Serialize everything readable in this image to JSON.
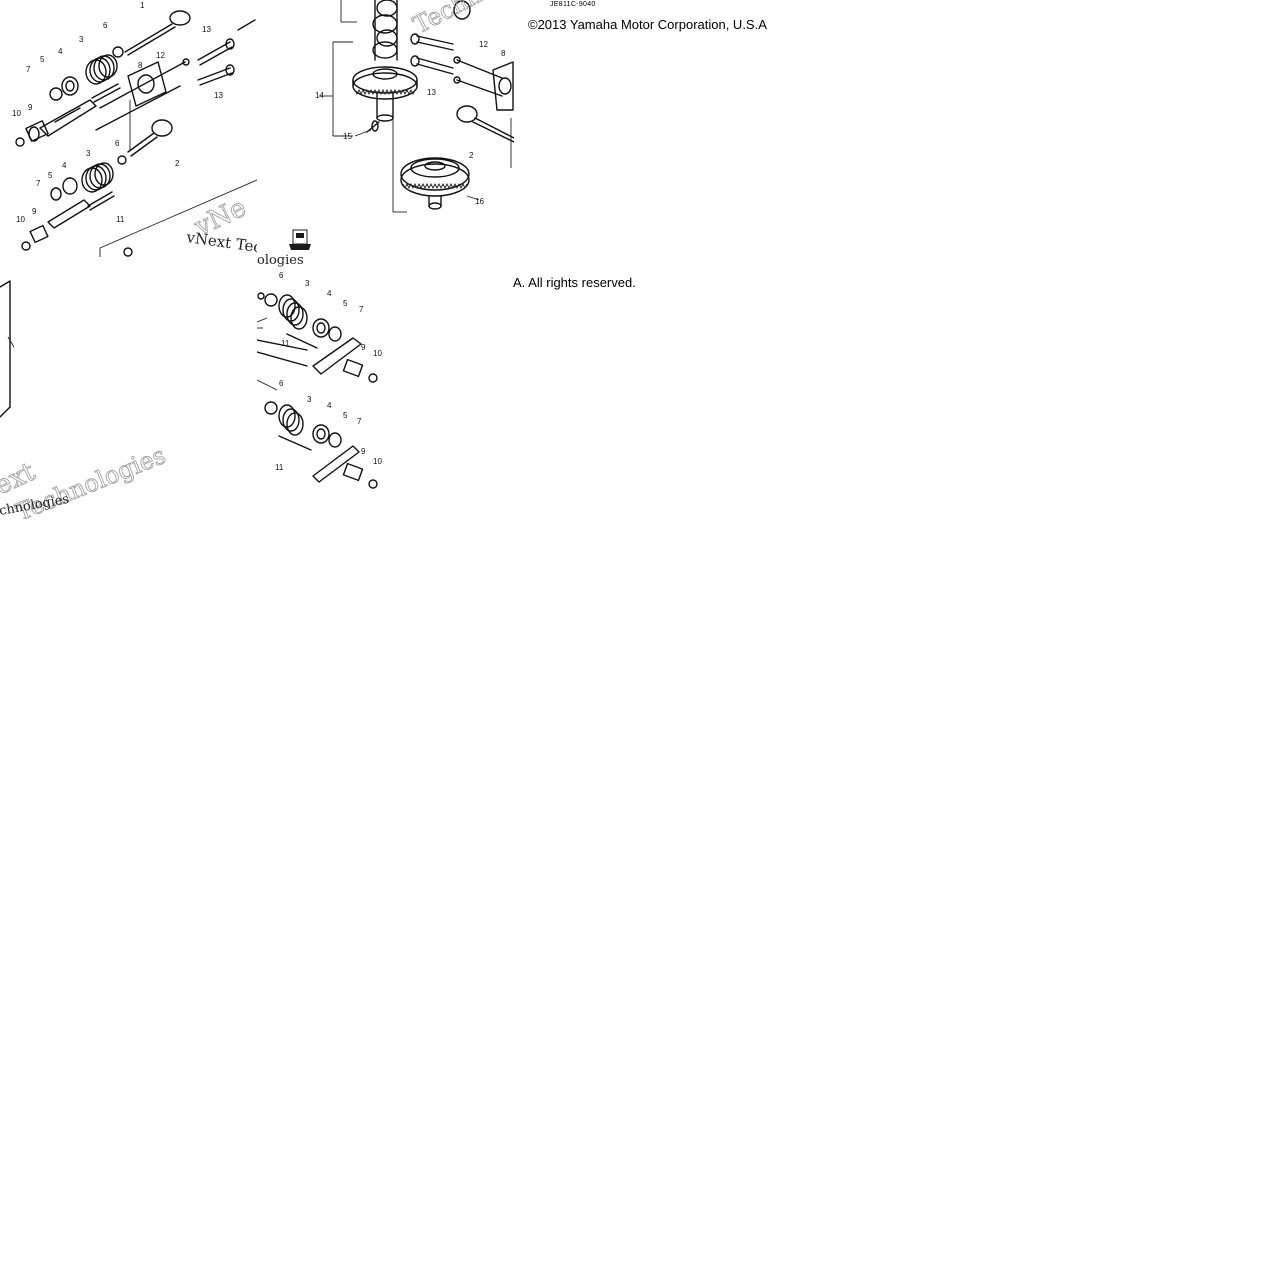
{
  "diagram": {
    "part_code": "JE811C-9040",
    "copyright_line": "©2013 Yamaha Motor Corporation, U.S.A",
    "rights_line": "A. All rights reserved.",
    "watermark": {
      "text_1": "vNext Tec",
      "text_2": "vNe",
      "text_3": "Technologies",
      "text_4": "ologies",
      "text_5": "ext",
      "text_6": "chnologies"
    },
    "callouts": {
      "valve_left_top": [
        "1",
        "6",
        "3",
        "4",
        "5",
        "7",
        "9",
        "10",
        "8",
        "12",
        "13",
        "13"
      ],
      "valve_left_bottom": [
        "6",
        "2",
        "3",
        "4",
        "5",
        "7",
        "9",
        "10",
        "11"
      ],
      "camshaft": [
        "14",
        "15",
        "13",
        "12",
        "8",
        "2",
        "16"
      ],
      "valve_right_top": [
        "6",
        "3",
        "4",
        "5",
        "7",
        "11",
        "9",
        "10"
      ],
      "valve_right_bottom": [
        "6",
        "3",
        "4",
        "5",
        "7",
        "11",
        "9",
        "10"
      ]
    }
  }
}
